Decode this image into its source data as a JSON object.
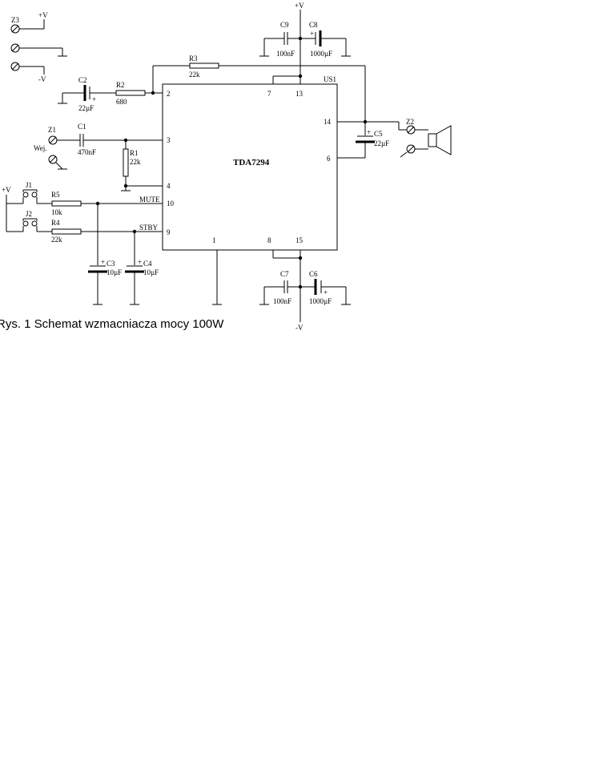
{
  "labels": {
    "Z3": "Z3",
    "Z1": "Z1",
    "Z2": "Z2",
    "J1": "J1",
    "J2": "J2",
    "wej": "Wej.",
    "plus_v_top": "+V",
    "minus_v_left": "-V",
    "plus_v_supply": "+V",
    "minus_v_supply": "-V",
    "plus_v_j": "+V",
    "C1": "C1",
    "C1_val": "470nF",
    "C2": "C2",
    "C2_val": "22µF",
    "C3": "C3",
    "C3_val": "10µF",
    "C4": "C4",
    "C4_val": "10µF",
    "C5": "C5",
    "C5_val": "22µF",
    "C6": "C6",
    "C6_val": "1000µF",
    "C7": "C7",
    "C7_val": "100nF",
    "C8": "C8",
    "C8_val": "1000µF",
    "C9": "C9",
    "C9_val": "100nF",
    "R1": "R1",
    "R1_val": "22k",
    "R2": "R2",
    "R2_val": "680",
    "R3": "R3",
    "R3_val": "22k",
    "R4": "R4",
    "R4_val": "22k",
    "R5": "R5",
    "R5_val": "10k",
    "US1": "US1",
    "ic": "TDA7294",
    "mute": "MUTE",
    "stby": "STBY",
    "p1": "1",
    "p2": "2",
    "p3": "3",
    "p4": "4",
    "p6": "6",
    "p7": "7",
    "p8": "8",
    "p9": "9",
    "p10": "10",
    "p13": "13",
    "p14": "14",
    "p15": "15",
    "plus": "+"
  },
  "caption": "Rys. 1 Schemat wzmacniacza mocy 100W"
}
